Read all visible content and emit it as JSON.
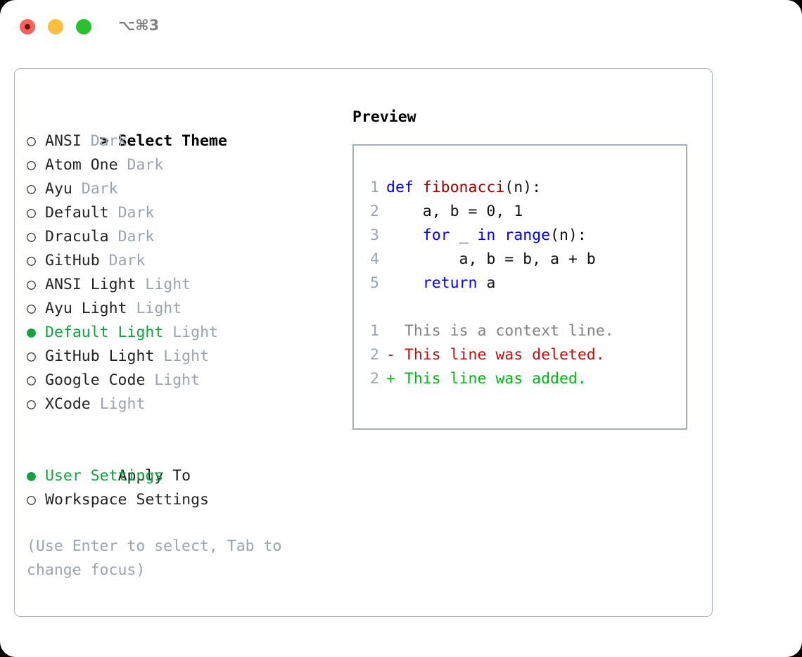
{
  "titlebar": {
    "shortcut": "⌥⌘3",
    "buttons": [
      {
        "name": "close",
        "color": "#fb6158"
      },
      {
        "name": "minimize",
        "color": "#fcbe40"
      },
      {
        "name": "maximize",
        "color": "#2ac02f"
      }
    ]
  },
  "theme_picker": {
    "header": {
      "marker": ">",
      "label": "Select Theme"
    },
    "items": [
      {
        "marker": "○",
        "label": "ANSI",
        "suffix": "Dark",
        "selected": false
      },
      {
        "marker": "○",
        "label": "Atom One",
        "suffix": "Dark",
        "selected": false
      },
      {
        "marker": "○",
        "label": "Ayu",
        "suffix": "Dark",
        "selected": false
      },
      {
        "marker": "○",
        "label": "Default",
        "suffix": "Dark",
        "selected": false
      },
      {
        "marker": "○",
        "label": "Dracula",
        "suffix": "Dark",
        "selected": false
      },
      {
        "marker": "○",
        "label": "GitHub",
        "suffix": "Dark",
        "selected": false
      },
      {
        "marker": "○",
        "label": "ANSI Light",
        "suffix": "Light",
        "selected": false
      },
      {
        "marker": "○",
        "label": "Ayu Light",
        "suffix": "Light",
        "selected": false
      },
      {
        "marker": "●",
        "label": "Default Light",
        "suffix": "Light",
        "selected": true
      },
      {
        "marker": "○",
        "label": "GitHub Light",
        "suffix": "Light",
        "selected": false
      },
      {
        "marker": "○",
        "label": "Google Code",
        "suffix": "Light",
        "selected": false
      },
      {
        "marker": "○",
        "label": "XCode",
        "suffix": "Light",
        "selected": false
      }
    ]
  },
  "apply_to": {
    "title": "Apply To",
    "items": [
      {
        "marker": "●",
        "label": "User Settings",
        "selected": true
      },
      {
        "marker": "○",
        "label": "Workspace Settings",
        "selected": false
      }
    ]
  },
  "hint": "(Use Enter to select, Tab to change focus)",
  "preview": {
    "title": "Preview",
    "code_lines": [
      {
        "n": "1",
        "tokens": [
          {
            "t": "def ",
            "c": "kw"
          },
          {
            "t": "fibonacci",
            "c": "fn"
          },
          {
            "t": "(n):",
            "c": "pl"
          }
        ]
      },
      {
        "n": "2",
        "tokens": [
          {
            "t": "    a, b = 0, 1",
            "c": "pl"
          }
        ]
      },
      {
        "n": "3",
        "tokens": [
          {
            "t": "    ",
            "c": "pl"
          },
          {
            "t": "for",
            "c": "kw"
          },
          {
            "t": " _ ",
            "c": "pl"
          },
          {
            "t": "in range",
            "c": "kw"
          },
          {
            "t": "(n):",
            "c": "pl"
          }
        ]
      },
      {
        "n": "4",
        "tokens": [
          {
            "t": "        a, b = b, a + b",
            "c": "pl"
          }
        ]
      },
      {
        "n": "5",
        "tokens": [
          {
            "t": "    ",
            "c": "pl"
          },
          {
            "t": "return",
            "c": "kw"
          },
          {
            "t": " a",
            "c": "pl"
          }
        ]
      }
    ],
    "diff_lines": [
      {
        "n": "1",
        "sign": " ",
        "text": "This is a context line.",
        "kind": "ctx"
      },
      {
        "n": "2",
        "sign": "-",
        "text": "This line was deleted.",
        "kind": "del"
      },
      {
        "n": "2",
        "sign": "+",
        "text": "This line was added.",
        "kind": "add"
      }
    ]
  },
  "colors": {
    "keyword": "#0000ff",
    "function": "#a00000",
    "plain": "#111111",
    "lineno": "#9aa3b0",
    "context": "#808080",
    "deleted": "#c01010",
    "added": "#00b815",
    "selected": "#11a33c",
    "muted": "#9aa3b0",
    "border": "#a9b2c1"
  }
}
